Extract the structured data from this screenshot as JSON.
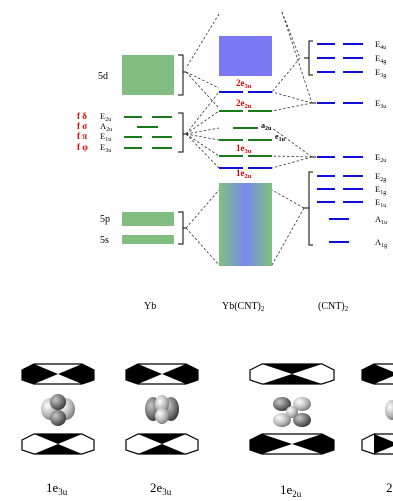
{
  "columns": {
    "yb": "Yb",
    "complex": "Yb(CNT)",
    "complex_sub": "2",
    "cnt": "(CNT)",
    "cnt_sub": "2"
  },
  "yb_levels": {
    "d_label": "5d",
    "f_labels": [
      "f δ",
      "f σ",
      "f π",
      "f φ"
    ],
    "f_symmetry": [
      {
        "main": "E",
        "sub": "2u"
      },
      {
        "main": "A",
        "sub": "2u"
      },
      {
        "main": "E",
        "sub": "1u"
      },
      {
        "main": "E",
        "sub": "3u"
      }
    ],
    "p_label": "5p",
    "s_label": "5s"
  },
  "complex_levels": [
    {
      "main": "2e",
      "sub": "3u"
    },
    {
      "main": "2e",
      "sub": "2u"
    },
    {
      "main": "a",
      "sub": "2u"
    },
    {
      "main": "e",
      "sub": "1u"
    },
    {
      "main": "1e",
      "sub": "3u"
    },
    {
      "main": "1e",
      "sub": "2u"
    }
  ],
  "cnt_levels": [
    {
      "main": "E",
      "sub": "4u"
    },
    {
      "main": "E",
      "sub": "4g"
    },
    {
      "main": "E",
      "sub": "3g"
    },
    {
      "main": "E",
      "sub": "3u"
    },
    {
      "main": "E",
      "sub": "2u"
    },
    {
      "main": "E",
      "sub": "2g"
    },
    {
      "main": "E",
      "sub": "1g"
    },
    {
      "main": "E",
      "sub": "1u"
    },
    {
      "main": "A",
      "sub": "1u"
    },
    {
      "main": "A",
      "sub": "1g"
    }
  ],
  "orbital_images": [
    {
      "main": "1e",
      "sub": "3u"
    },
    {
      "main": "2e",
      "sub": "3u"
    },
    {
      "main": "1e",
      "sub": "2u"
    },
    {
      "main": "2",
      "sub": ""
    }
  ],
  "colors": {
    "red": "#e00000",
    "green": "#1a7a1a",
    "blue": "#1010d8",
    "box_green": "#82bd82",
    "box_blue": "#7a78f2"
  }
}
